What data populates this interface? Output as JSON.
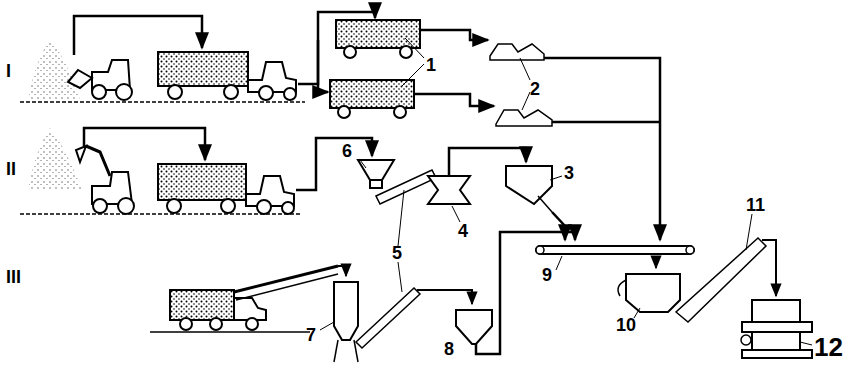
{
  "diagram": {
    "labels": [
      "I",
      "II",
      "III",
      "1",
      "2",
      "3",
      "4",
      "5",
      "6",
      "7",
      "8",
      "9",
      "10",
      "11",
      "12"
    ]
  }
}
